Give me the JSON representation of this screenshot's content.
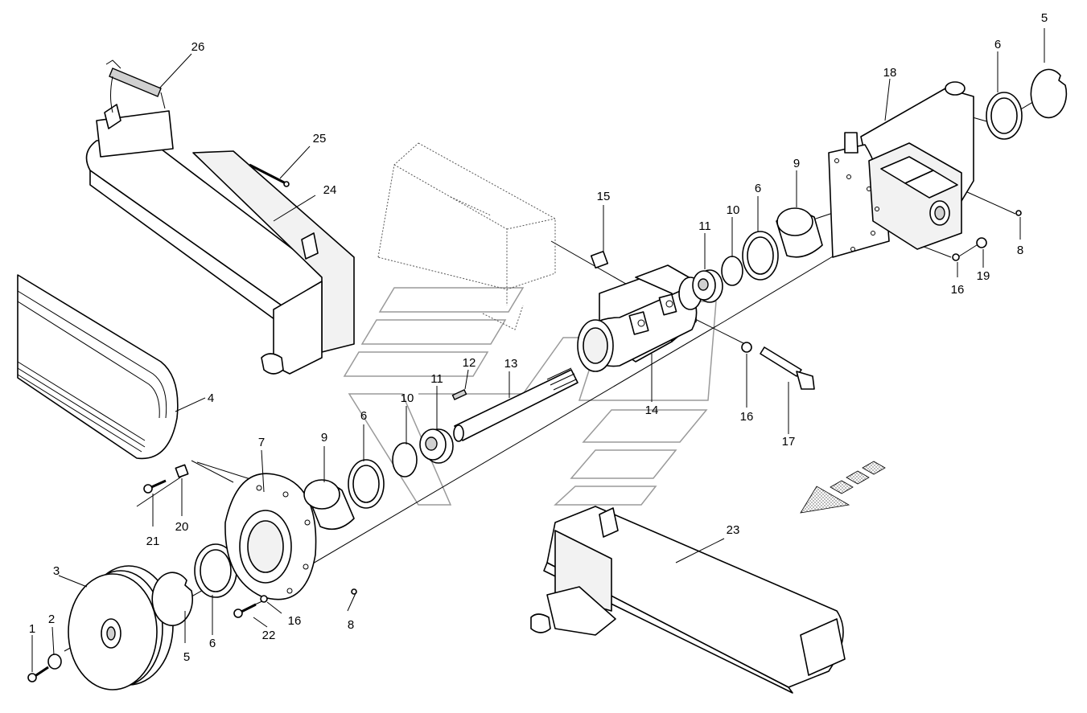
{
  "diagram": {
    "labels": {
      "p1": "1",
      "p2": "2",
      "p3": "3",
      "p4": "4",
      "p5a": "5",
      "p5b": "5",
      "p6a": "6",
      "p6b": "6",
      "p6c": "6",
      "p6d": "6",
      "p7": "7",
      "p8a": "8",
      "p8b": "8",
      "p9a": "9",
      "p9b": "9",
      "p10a": "10",
      "p10b": "10",
      "p11a": "11",
      "p11b": "11",
      "p12": "12",
      "p13": "13",
      "p14": "14",
      "p15": "15",
      "p16a": "16",
      "p16b": "16",
      "p16c": "16",
      "p17": "17",
      "p18": "18",
      "p19": "19",
      "p20": "20",
      "p21": "21",
      "p22": "22",
      "p23": "23",
      "p24": "24",
      "p25": "25",
      "p26": "26"
    }
  }
}
